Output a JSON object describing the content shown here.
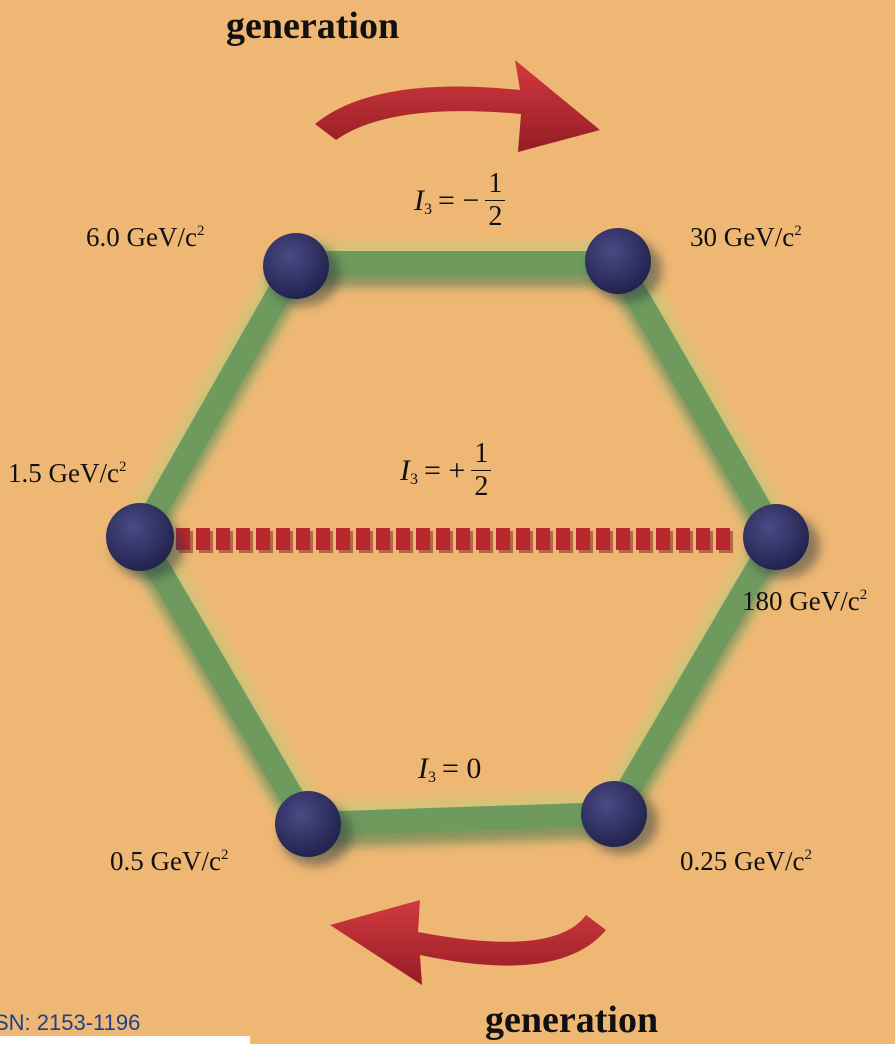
{
  "title_top": "generation",
  "title_bottom": "generation",
  "isospin": {
    "top": {
      "var": "I",
      "sub": "3",
      "op": "= −",
      "num": "1",
      "den": "2"
    },
    "middle": {
      "var": "I",
      "sub": "3",
      "op": "= +",
      "num": "1",
      "den": "2"
    },
    "bottom": {
      "var": "I",
      "sub": "3",
      "op": "= 0"
    }
  },
  "masses": [
    {
      "value": "6.0 GeV/c",
      "sup": "2"
    },
    {
      "value": "30 GeV/c",
      "sup": "2"
    },
    {
      "value": "1.5 GeV/c",
      "sup": "2"
    },
    {
      "value": "180 GeV/c",
      "sup": "2"
    },
    {
      "value": "0.5 GeV/c",
      "sup": "2"
    },
    {
      "value": "0.25 GeV/c",
      "sup": "2"
    }
  ],
  "issn": "SN: 2153-1196",
  "colors": {
    "background": "#EFB774",
    "edge": "#6E9A5E",
    "node": "#2B2A5E",
    "arrow": "#B8262E",
    "dashed": "#B8262E"
  }
}
